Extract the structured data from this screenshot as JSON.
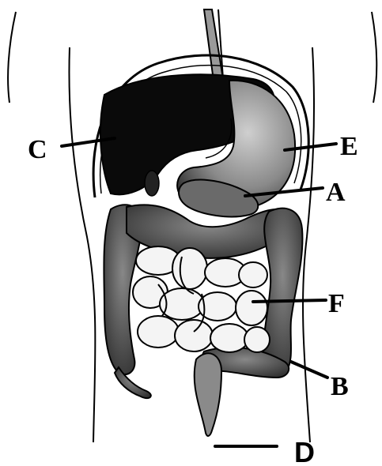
{
  "labels": {
    "a": "A",
    "b": "B",
    "c": "C",
    "d": "D",
    "e": "E",
    "f": "F"
  },
  "colors": {
    "ink": "#000000",
    "liver": "#0a0a0a",
    "stomach": "#8a8a8a",
    "colon": "#555555",
    "small_intestine": "#f4f4f4",
    "background": "#ffffff"
  }
}
